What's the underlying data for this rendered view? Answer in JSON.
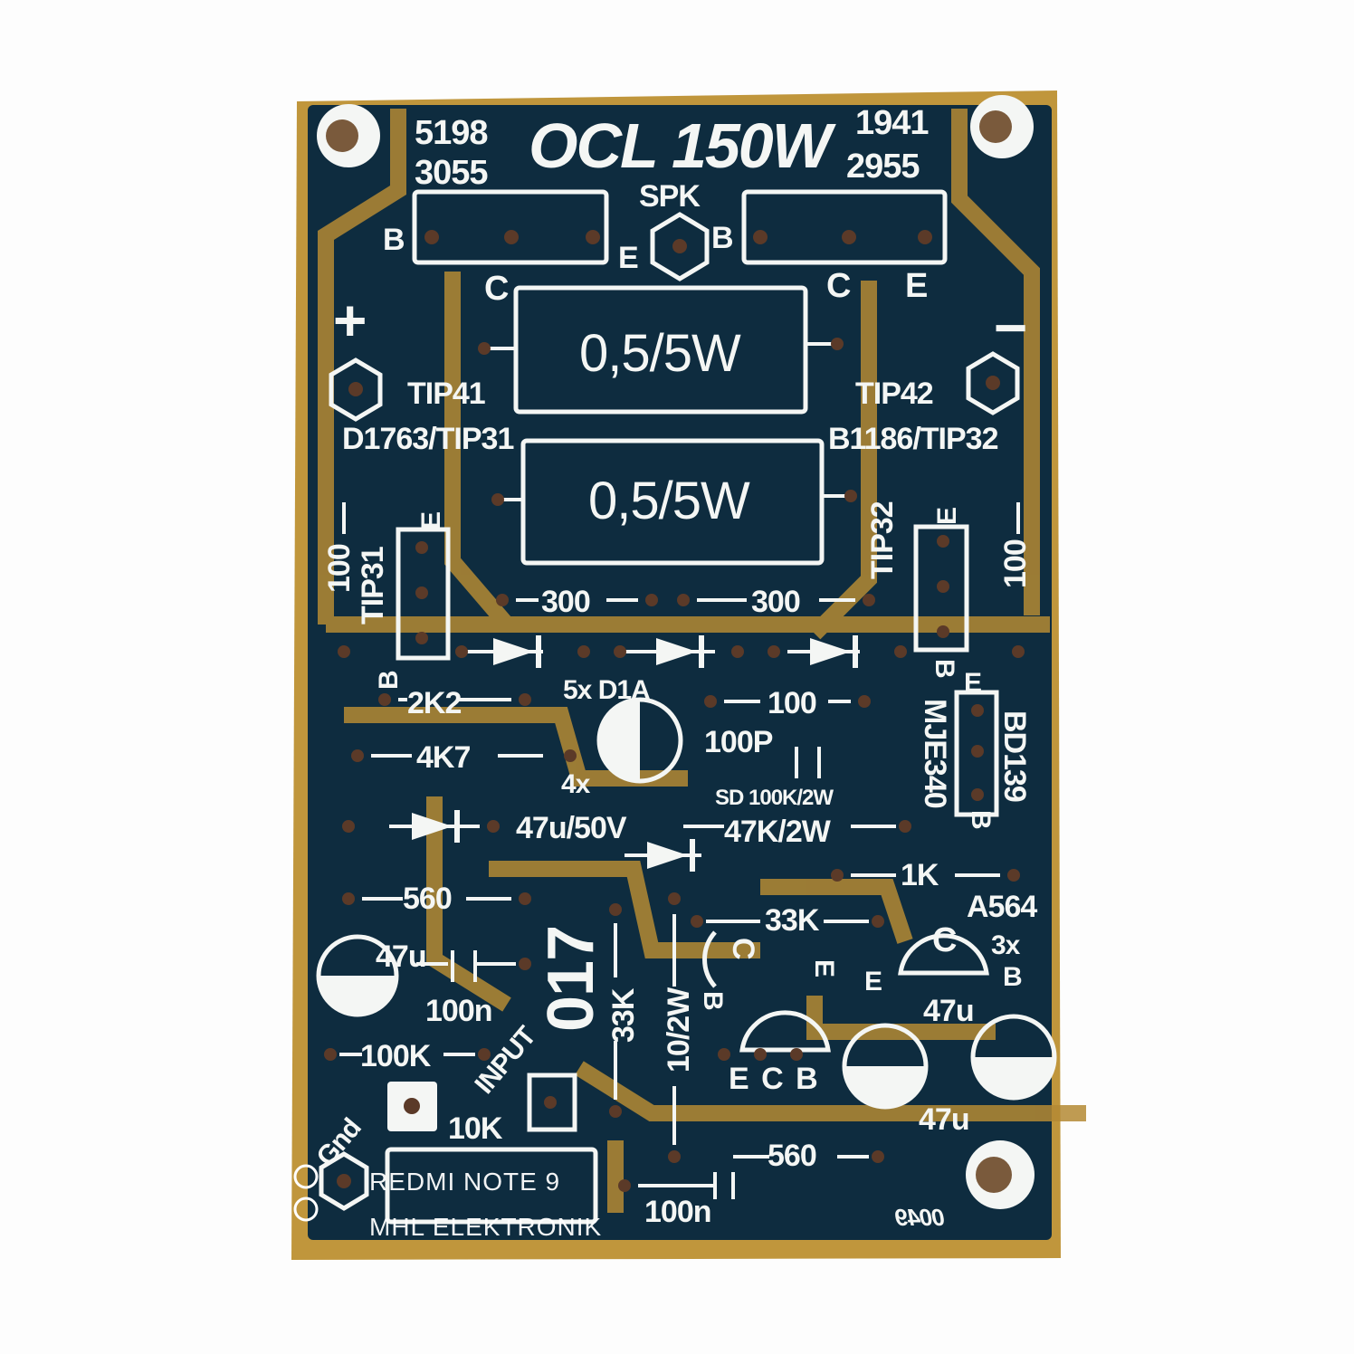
{
  "colors": {
    "board_substrate": "#c0963c",
    "solder_mask": "#0e2c3f",
    "silkscreen": "#f4f6f4",
    "pad": "#5b3a28"
  },
  "labels": [
    "5198",
    "3055",
    "OCL 150W",
    "1941",
    "2955",
    "SPK",
    "B",
    "E",
    "B",
    "C",
    "C",
    "E",
    "+",
    "−",
    "0,5/5W",
    "TIP41",
    "TIP42",
    "D1763/TIP31",
    "B1186/TIP32",
    "0,5/5W",
    "100",
    "TIP31",
    "E",
    "300",
    "300",
    "TIP32",
    "E",
    "100",
    "B",
    "5x D1A",
    "2K2",
    "100",
    "B",
    "E",
    "MJE340",
    "BD139",
    "4K7",
    "100P",
    "4x",
    "SD 100K/2W",
    "B",
    "47u/50V",
    "47K/2W",
    "1K",
    "560",
    "017",
    "A564",
    "47u",
    "33K",
    "C",
    "C",
    "3x",
    "E",
    "E",
    "B",
    "100n",
    "33K",
    "10/2W",
    "B",
    "47u",
    "100K",
    "INPUT",
    "E C B",
    "47u",
    "Gnd",
    "10K",
    "560",
    "100n",
    "0049"
  ],
  "watermark": {
    "device": "REDMI NOTE 9",
    "owner": "MHL ELEKTRONIK",
    "icon": "camera-lens-icon"
  }
}
